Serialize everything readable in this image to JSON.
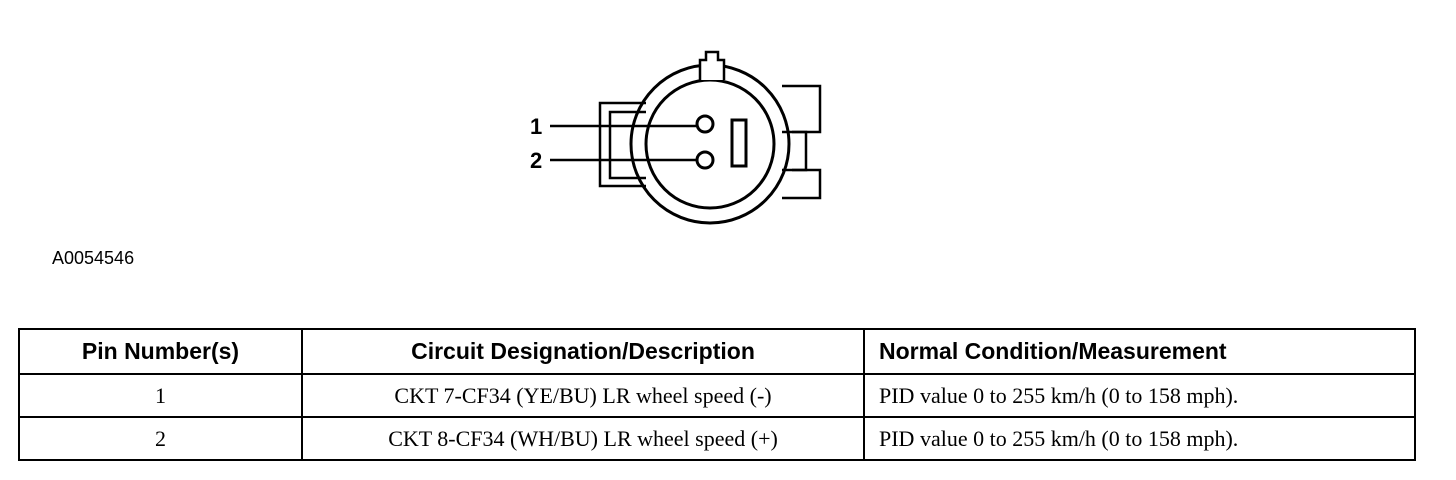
{
  "diagram": {
    "pin_labels": [
      "1",
      "2"
    ],
    "figure_id": "A0054546"
  },
  "table": {
    "headers": [
      "Pin Number(s)",
      "Circuit Designation/Description",
      "Normal Condition/Measurement"
    ],
    "rows": [
      [
        "1",
        "CKT 7-CF34 (YE/BU) LR wheel speed (-)",
        "PID value 0 to 255 km/h (0 to 158 mph)."
      ],
      [
        "2",
        "CKT 8-CF34 (WH/BU) LR wheel speed (+)",
        "PID value 0 to 255 km/h (0 to 158 mph)."
      ]
    ]
  }
}
